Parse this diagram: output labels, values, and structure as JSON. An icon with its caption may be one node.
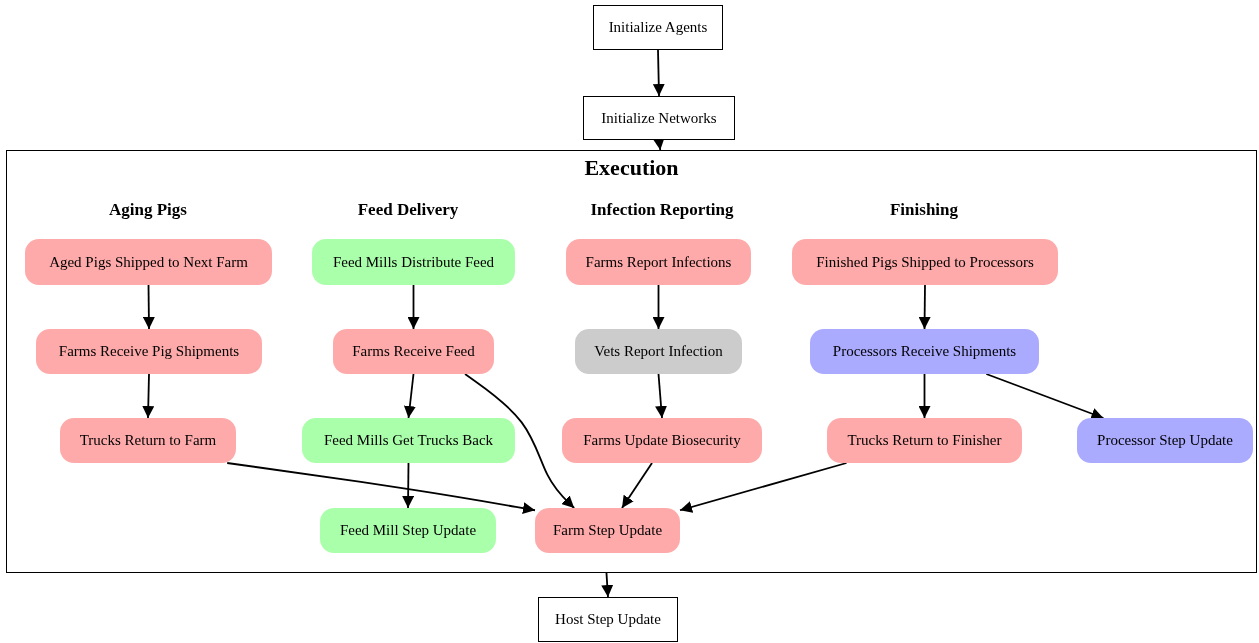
{
  "diagram": {
    "nodes": [
      {
        "text": [
          "Initialize Agents"
        ]
      },
      {
        "text": [
          "Initialize Networks"
        ]
      },
      {
        "text": [
          "Execution"
        ]
      },
      {
        "text": [
          "Aged Pigs Shipped to Next Farm"
        ],
        "in": 2
      },
      {
        "text": [
          "Farms Receive Pig Shipments"
        ],
        "in": 2
      },
      {
        "text": [
          "Trucks Return to Farm"
        ],
        "in": 2
      },
      {
        "text": [
          "Feed Mills Distribute Feed"
        ],
        "in": 2
      },
      {
        "text": [
          "Farms Receive Feed"
        ],
        "in": 2
      },
      {
        "text": [
          "Feed Mills Get Trucks Back"
        ],
        "in": 2
      },
      {
        "text": [
          "Feed Mill Step Update"
        ],
        "in": 2
      },
      {
        "text": [
          "Farms Report Infections"
        ],
        "in": 2
      },
      {
        "text": [
          "Vets Report Infection"
        ],
        "in": 2
      },
      {
        "text": [
          "Farms Update Biosecurity"
        ],
        "in": 2
      },
      {
        "text": [
          "Farm Step Update"
        ],
        "in": 2
      },
      {
        "text": [
          "Finished Pigs Shipped to Processors"
        ],
        "in": 2
      },
      {
        "text": [
          "Processors Receive Shipments"
        ],
        "in": 2
      },
      {
        "text": [
          "Trucks Return to Finisher"
        ],
        "in": 2
      },
      {
        "text": [
          "Processor Step Update"
        ],
        "in": 2
      },
      {
        "text": [
          "Host Step Update"
        ]
      }
    ],
    "edges": [
      {
        "from": 0,
        "to": 1,
        "arrow": "to"
      },
      {
        "from": 1,
        "to": 2,
        "arrow": "to"
      },
      {
        "from": 2,
        "to": 18,
        "arrow": "to"
      },
      {
        "from": 3,
        "to": 4,
        "arrow": "to"
      },
      {
        "from": 4,
        "to": 5,
        "arrow": "to"
      },
      {
        "from": 5,
        "to": 13,
        "arrow": "to"
      },
      {
        "from": 6,
        "to": 7,
        "arrow": "to"
      },
      {
        "from": 7,
        "to": 8,
        "arrow": "to"
      },
      {
        "from": 7,
        "to": 13,
        "arrow": "to"
      },
      {
        "from": 8,
        "to": 9,
        "arrow": "to"
      },
      {
        "from": 10,
        "to": 11,
        "arrow": "to"
      },
      {
        "from": 11,
        "to": 12,
        "arrow": "to"
      },
      {
        "from": 12,
        "to": 13,
        "arrow": "to"
      },
      {
        "from": 14,
        "to": 15,
        "arrow": "to"
      },
      {
        "from": 15,
        "to": 16,
        "arrow": "to"
      },
      {
        "from": 15,
        "to": 17,
        "arrow": "to"
      },
      {
        "from": 16,
        "to": 13,
        "arrow": "to"
      }
    ],
    "labels": [
      "Aging Pigs",
      "Feed Delivery",
      "Infection Reporting",
      "Finishing"
    ]
  }
}
